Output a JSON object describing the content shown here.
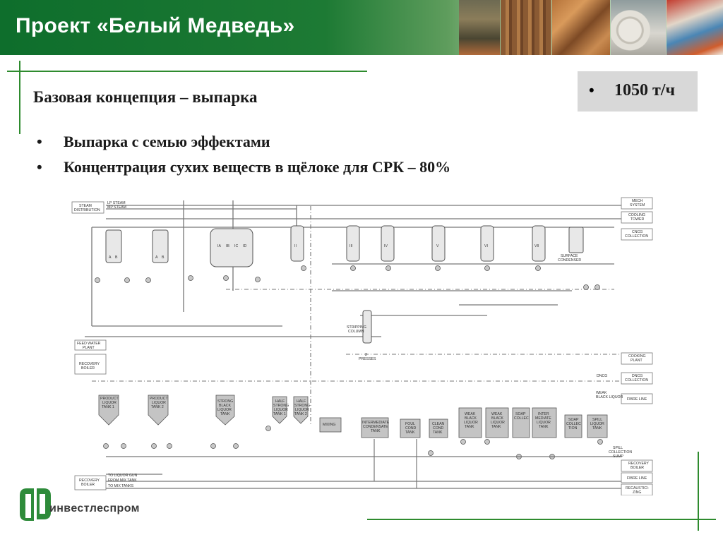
{
  "header": {
    "title": "Проект «Белый Медведь»",
    "photos": [
      "forestry-photo",
      "logs-photo",
      "plywood-photo",
      "paper-rolls-photo",
      "packaging-photo"
    ]
  },
  "slide": {
    "subtitle": "Базовая концепция – выпарка",
    "bullets": [
      "Выпарка с семью эффектами",
      "Концентрация сухих веществ в щёлоке для СРК – 80%"
    ],
    "capacity": "1050 т/ч",
    "bullet_glyph": "•"
  },
  "diagram": {
    "left_labels": {
      "steam": [
        "STEAM",
        "DISTRIBUTION"
      ],
      "lp_steam": "LP STEAM",
      "mp_steam": "MP STEAM",
      "feed_water": [
        "FEED WATER",
        "PLANT"
      ],
      "recovery_boiler_top": [
        "RECOVERY",
        "BOILER"
      ],
      "recovery_boiler_bottom": [
        "RECOVERY",
        "BOILER"
      ],
      "to_liquor_gun": "TO LIQUOR GUN",
      "from_mix_tank": "FROM MIX TANK",
      "to_mix_tanks": "TO MIX TANKS"
    },
    "right_labels": {
      "mech_system": [
        "MECH",
        "SYSTEM"
      ],
      "cooling_tower": [
        "COOLING",
        "TOWER"
      ],
      "cncg_collection": [
        "CNCG",
        "COLLECTION"
      ],
      "cooking_plant": [
        "COOKING",
        "PLANT"
      ],
      "dncg_collection": [
        "DNCG",
        "COLLECTION"
      ],
      "fibre_line_1": "FIBRE LINE",
      "recovery_boiler": [
        "RECOVERY",
        "BOILER"
      ],
      "fibre_line_2": "FIBRE LINE",
      "recausticizing": [
        "RECAUSTICI-",
        "ZING"
      ]
    },
    "effects": [
      "I",
      "II",
      "III",
      "IV",
      "V",
      "VI",
      "VII"
    ],
    "effect_ab": [
      "A",
      "B"
    ],
    "effect_1_parts": [
      "IA",
      "IB",
      "IC",
      "ID"
    ],
    "surface_condenser": [
      "SURFACE",
      "CONDENSER"
    ],
    "stripping_column": [
      "STRIPPING",
      "COLUMN"
    ],
    "presses": [
      "2",
      "PRESSES"
    ],
    "dncg": "DNCG",
    "weak_black_liquor": [
      "WEAK",
      "BLACK LIQUOR"
    ],
    "spill_collection_sump": [
      "SPILL",
      "COLLECTION",
      "SUMP"
    ],
    "tanks": [
      [
        "PRODUCT",
        "LIQUOR",
        "TANK 1"
      ],
      [
        "PRODUCT",
        "LIQUOR",
        "TANK 2"
      ],
      [
        "STRONG",
        "BLACK",
        "LIQUOR",
        "TANK"
      ],
      [
        "HALF",
        "STRONG",
        "LIQUOR",
        "TANK 1"
      ],
      [
        "HALF",
        "STRONG",
        "LIQUOR",
        "TANK 2"
      ],
      [
        "MIXING"
      ],
      [
        "INTERMEDIATE",
        "CONDENSATE",
        "TANK"
      ],
      [
        "FOUL",
        "COND",
        "TANK"
      ],
      [
        "CLEAN",
        "COND",
        "TANK"
      ],
      [
        "WEAK",
        "BLACK",
        "LIQUOR",
        "TANK"
      ],
      [
        "WEAK",
        "BLACK",
        "LIQUOR",
        "TANK"
      ],
      [
        "SOAP",
        "COLLEC"
      ],
      [
        "INTER",
        "MEDIATE",
        "LIQUOR",
        "TANK"
      ],
      [
        "SOAP",
        "COLLEC",
        "TION"
      ],
      [
        "SPILL",
        "LIQUOR",
        "TANK"
      ]
    ]
  },
  "logo": {
    "text": "инвестлеспром"
  }
}
